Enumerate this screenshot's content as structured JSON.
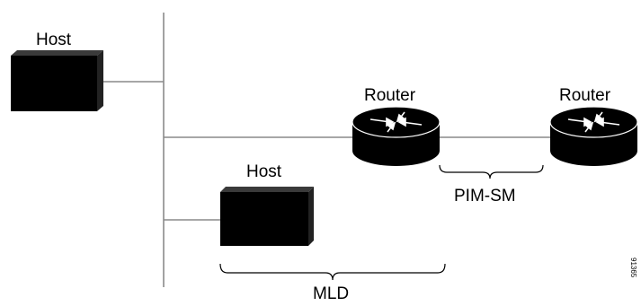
{
  "labels": {
    "host_top": "Host",
    "host_bottom": "Host",
    "router_left": "Router",
    "router_right": "Router",
    "pim_sm": "PIM-SM",
    "mld": "MLD",
    "figure_id": "91365"
  },
  "colors": {
    "line": "#8a8a8a",
    "device": "#000000",
    "bracket": "#000000"
  }
}
